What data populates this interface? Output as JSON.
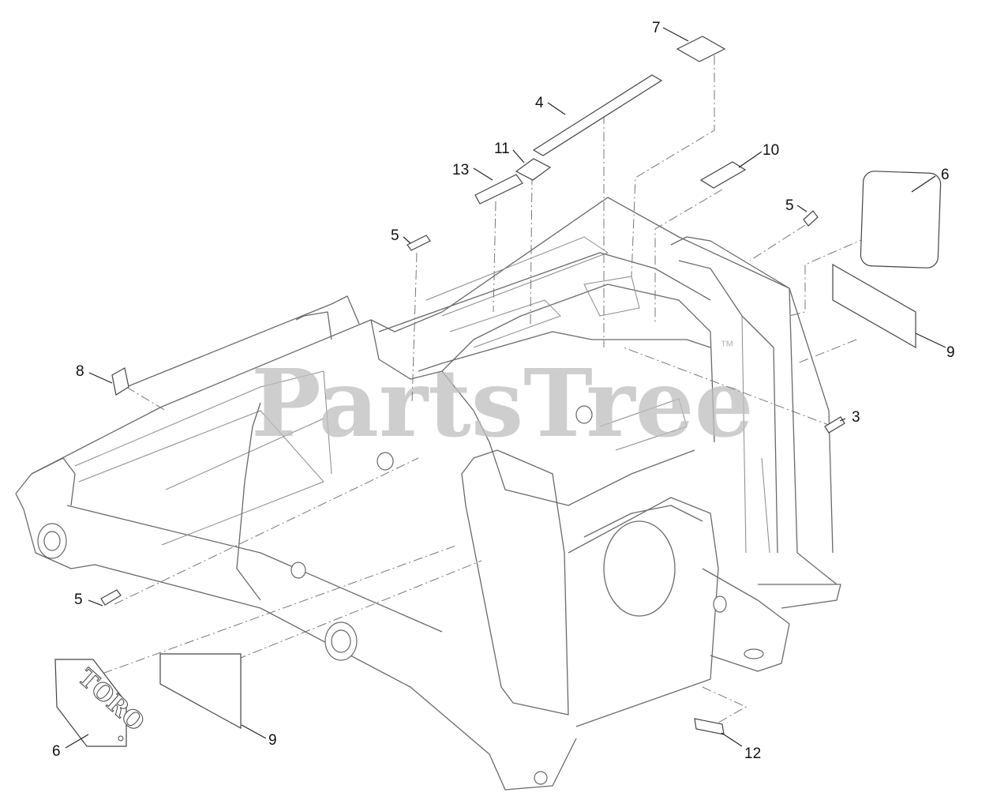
{
  "watermark": {
    "brand": "PartsTree",
    "trademark": "™"
  },
  "logo": {
    "text": "TORO"
  },
  "callouts": [
    {
      "id": "c7",
      "label": "7"
    },
    {
      "id": "c4",
      "label": "4"
    },
    {
      "id": "c11",
      "label": "11"
    },
    {
      "id": "c13",
      "label": "13"
    },
    {
      "id": "c10",
      "label": "10"
    },
    {
      "id": "c6a",
      "label": "6"
    },
    {
      "id": "c5a",
      "label": "5"
    },
    {
      "id": "c5b",
      "label": "5"
    },
    {
      "id": "c9a",
      "label": "9"
    },
    {
      "id": "c8",
      "label": "8"
    },
    {
      "id": "c3",
      "label": "3"
    },
    {
      "id": "c5c",
      "label": "5"
    },
    {
      "id": "c6b",
      "label": "6"
    },
    {
      "id": "c9b",
      "label": "9"
    },
    {
      "id": "c12",
      "label": "12"
    }
  ]
}
